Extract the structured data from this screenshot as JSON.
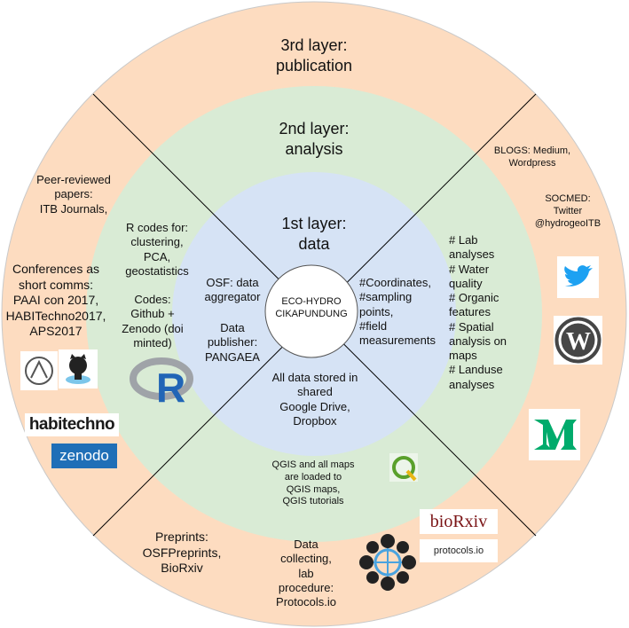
{
  "layers": {
    "third": "3rd layer:\npublication",
    "second": "2nd layer:\nanalysis",
    "first": "1st layer:\ndata"
  },
  "center": "ECO-HYDRO\nCIKAPUNDUNG",
  "first_layer": {
    "osf": "OSF: data\naggregator",
    "publisher": "Data\npublisher:\nPANGAEA",
    "coords": "#Coordinates,\n#sampling\npoints,\n#field\nmeasurements",
    "storage": "All data stored in\nshared\nGoogle Drive,\nDropbox"
  },
  "second_layer": {
    "rcodes": "R codes for:\nclustering,\nPCA,\ngeostatistics",
    "codes": "Codes:\nGithub +\nZenodo (doi\nminted)",
    "analyses": "# Lab\nanalyses\n# Water\nquality\n# Organic\nfeatures\n# Spatial\nanalysis on\nmaps\n# Landuse\nanalyses",
    "qgis": "QGIS and all maps\nare loaded to\nQGIS maps,\nQGIS tutorials"
  },
  "third_layer": {
    "peer": "Peer-reviewed\npapers:\nITB Journals,",
    "conferences": "Conferences as\nshort comms:\nPAAI con 2017,\nHABITechno2017,\nAPS2017",
    "blogs": "BLOGS: Medium,\nWordpress",
    "socmed": "SOCMED:\nTwitter\n@hydrogeoITB",
    "preprints": "Preprints:\nOSFPreprints,\nBioRxiv",
    "collecting": "Data\ncollecting,\nlab\nprocedure:\nProtocols.io"
  },
  "logos": {
    "habitechno": "habitechno",
    "zenodo": "zenodo",
    "biorxiv": "bioRxiv",
    "protocols": "protocols.io",
    "r": "R",
    "wordpress": "W",
    "medium": "M"
  },
  "colors": {
    "outer": "#fddcc0",
    "middle": "#d9ebd5",
    "inner": "#d6e3f5",
    "line": "#000000",
    "twitter": "#1da1f2",
    "wordpress": "#464646",
    "medium": "#00ab6c",
    "zenodo": "#1f6fb7",
    "r_blue": "#2165b6"
  },
  "icons": [
    "itb-logo-icon",
    "github-octocat-icon",
    "r-logo-icon",
    "twitter-icon",
    "wordpress-icon",
    "medium-icon",
    "qgis-icon",
    "biorxiv-logo",
    "protocols-logo",
    "network-icon"
  ]
}
